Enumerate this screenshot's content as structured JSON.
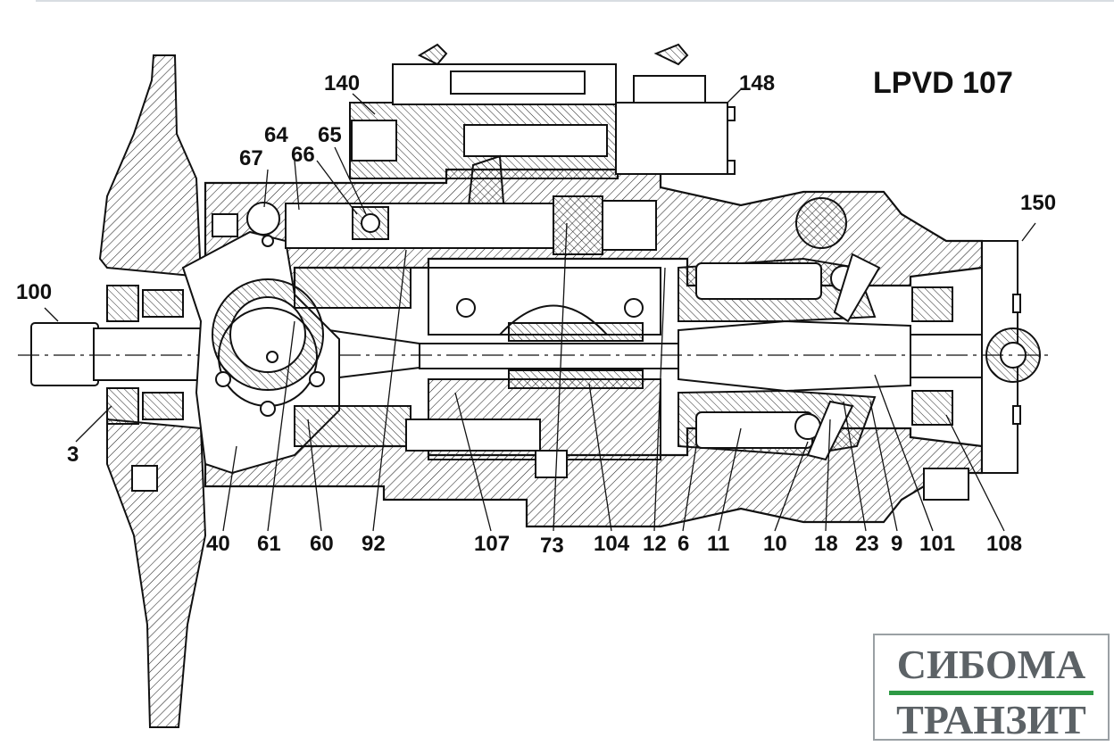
{
  "title": "LPVD 107",
  "logo": {
    "line1": "СИБОМА",
    "line2": "ТРАНЗИТ",
    "bar_color": "#2e9a45",
    "text_color": "#5c6266"
  },
  "labels": {
    "l100": "100",
    "l3": "3",
    "l140": "140",
    "l148": "148",
    "l150": "150",
    "l64": "64",
    "l65": "65",
    "l66": "66",
    "l67": "67",
    "l40": "40",
    "l61": "61",
    "l60": "60",
    "l92": "92",
    "l107": "107",
    "l73": "73",
    "l104": "104",
    "l12": "12",
    "l6": "6",
    "l11": "11",
    "l10": "10",
    "l18": "18",
    "l23": "23",
    "l9": "9",
    "l101": "101",
    "l108": "108"
  }
}
